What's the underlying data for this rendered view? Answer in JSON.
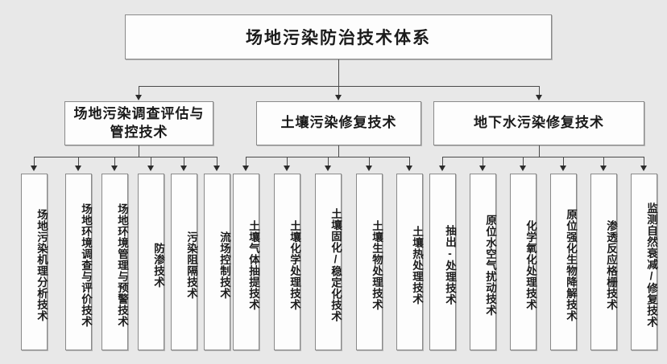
{
  "diagram": {
    "type": "hierarchy-tree",
    "orientation": "top-down",
    "root": {
      "label": "场地污染防治技术体系"
    },
    "branches": [
      {
        "label": "场地污染调查评估与管控技术",
        "leaves": [
          {
            "label": "场地污染机理分析技术"
          },
          {
            "label": "场地环境调查与评价技术"
          },
          {
            "label": "场地环境管理与预警技术"
          },
          {
            "label": "防渗技术"
          },
          {
            "label": "污染阻隔技术"
          },
          {
            "label": "流场控制技术"
          }
        ]
      },
      {
        "label": "土壤污染修复技术",
        "leaves": [
          {
            "label": "土壤气体抽提技术"
          },
          {
            "label": "土壤化学处理技术"
          },
          {
            "label": "土壤固化/稳定化技术"
          },
          {
            "label": "土壤生物处理技术"
          },
          {
            "label": "土壤热处理技术"
          }
        ]
      },
      {
        "label": "地下水污染修复技术",
        "leaves": [
          {
            "label": "抽出-处理技术"
          },
          {
            "label": "原位水空气扰动技术"
          },
          {
            "label": "化学氧化处理技术"
          },
          {
            "label": "原位强化生物降解技术"
          },
          {
            "label": "渗透反应格栅技术"
          },
          {
            "label": "监测自然衰减/修复技术"
          }
        ]
      }
    ],
    "colors": {
      "page_background": "#e8e8e8",
      "box_fill": "#fdfdfd",
      "box_border": "#8a8a8a",
      "connector": "#4a4a4a",
      "text": "#1a1a1a"
    }
  }
}
